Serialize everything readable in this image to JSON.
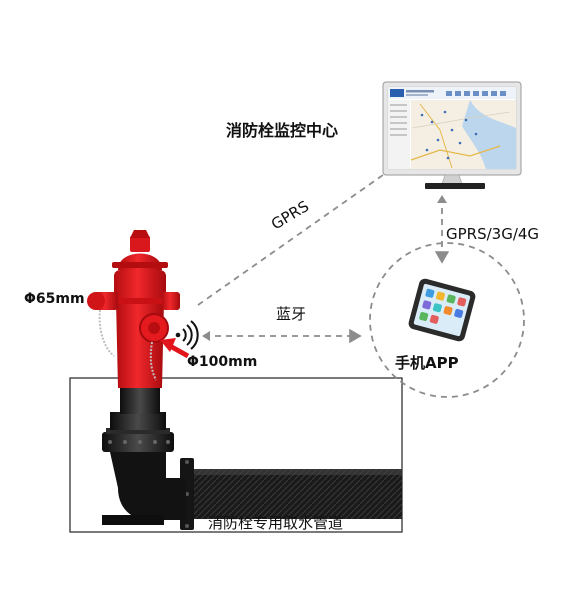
{
  "labels": {
    "monitoring_center": "消防栓监控中心",
    "gprs_link": "GPRS",
    "gprs_3g_4g_link": "GPRS/3G/4G",
    "bluetooth_link": "蓝牙",
    "phone_app": "手机APP",
    "outlet_65": "Φ65mm",
    "outlet_100": "Φ100mm",
    "pipe_caption": "消防栓专用取水管道"
  },
  "colors": {
    "hydrant_red": "#e4161b",
    "dashed_line": "#8c8c8c",
    "arrow_red": "#e3141b",
    "pipe_black": "#1f1f1f",
    "map_blue": "#2a5fb0"
  }
}
